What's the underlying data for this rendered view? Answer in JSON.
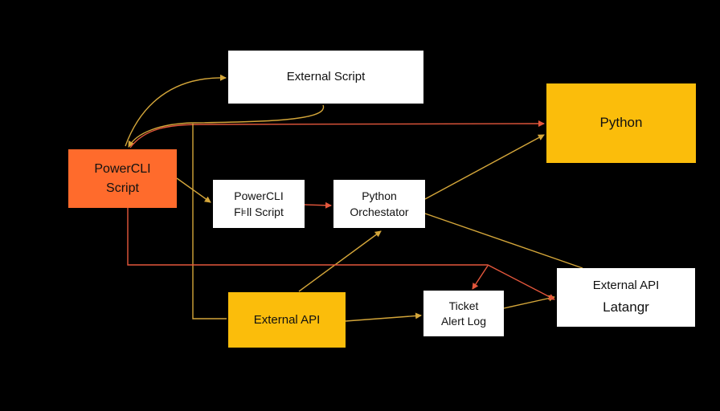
{
  "colors": {
    "background": "#000000",
    "node_white": "#ffffff",
    "node_yellow": "#fbbd0b",
    "node_orange": "#ff6b2c",
    "edge_red": "#e4573c",
    "edge_gold": "#d4a63a"
  },
  "nodes": {
    "external_script": {
      "label": "External Script"
    },
    "python": {
      "label": "Python"
    },
    "powercli_script": {
      "line1": "PowerCLI",
      "line2": "Script"
    },
    "powercli_fpl": {
      "line1": "PowerCLI",
      "line2": "F⊧ll Script"
    },
    "python_orchestrator": {
      "line1": "Python",
      "line2": "Orchestator"
    },
    "external_api_left": {
      "label": "External API"
    },
    "ticket_alert_log": {
      "line1": "Ticket",
      "line2": "Alert Log"
    },
    "external_api_right": {
      "line1": "External API",
      "line2": "Latangr"
    }
  },
  "edges": [
    {
      "from": "powercli_script",
      "to": "external_script",
      "color": "gold"
    },
    {
      "from": "external_script",
      "to": "powercli_script",
      "color": "gold"
    },
    {
      "from": "powercli_script",
      "to": "python",
      "color": "red"
    },
    {
      "from": "powercli_script",
      "to": "powercli_fpl",
      "color": "gold"
    },
    {
      "from": "powercli_fpl",
      "to": "python_orchestrator",
      "color": "red"
    },
    {
      "from": "python_orchestrator",
      "to": "python",
      "color": "gold"
    },
    {
      "from": "python_orchestrator",
      "to": "external_api_right",
      "color": "gold"
    },
    {
      "from": "external_api_left",
      "to": "python_orchestrator",
      "color": "gold"
    },
    {
      "from": "external_api_left",
      "to": "ticket_alert_log",
      "color": "gold"
    },
    {
      "from": "ticket_alert_log",
      "to": "external_api_right",
      "color": "gold"
    },
    {
      "from": "powercli_script",
      "to": "external_api_right",
      "color": "red"
    },
    {
      "from": "powercli_script",
      "to": "ticket_alert_log",
      "color": "red"
    },
    {
      "from": "external_script",
      "to": "external_api_left",
      "color": "gold"
    }
  ]
}
